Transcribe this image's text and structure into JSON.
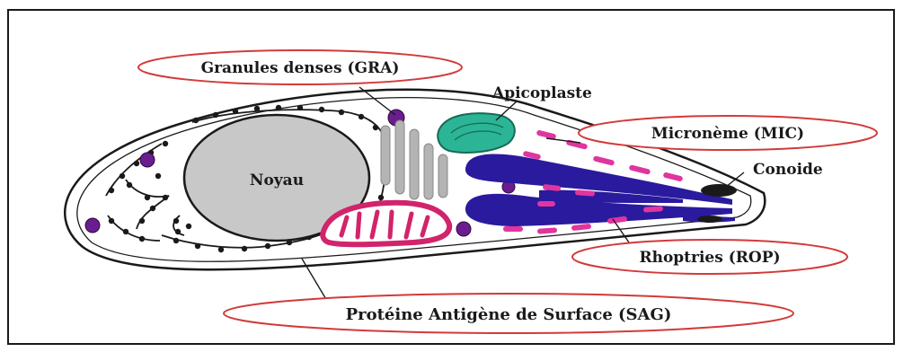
{
  "labels": {
    "gra": "Granules denses (GRA)",
    "apicoplaste": "Apicoplaste",
    "mic": "Micronème (MIC)",
    "conoide": "Conoide",
    "noyau": "Noyau",
    "rop": "Rhoptries (ROP)",
    "sag": "Protéine Antigène de Surface (SAG)"
  },
  "colors": {
    "outline": "#1a1a1a",
    "oval_border": "#d23a3a",
    "nucleus": "#c8c8c8",
    "dense_granule": "#6b1d8f",
    "apicoplast": "#2bb596",
    "microneme": "#e0359f",
    "rhoptry": "#2a1a9e",
    "mitochondrion": "#d1246b",
    "golgi": "#b4b4b4"
  }
}
